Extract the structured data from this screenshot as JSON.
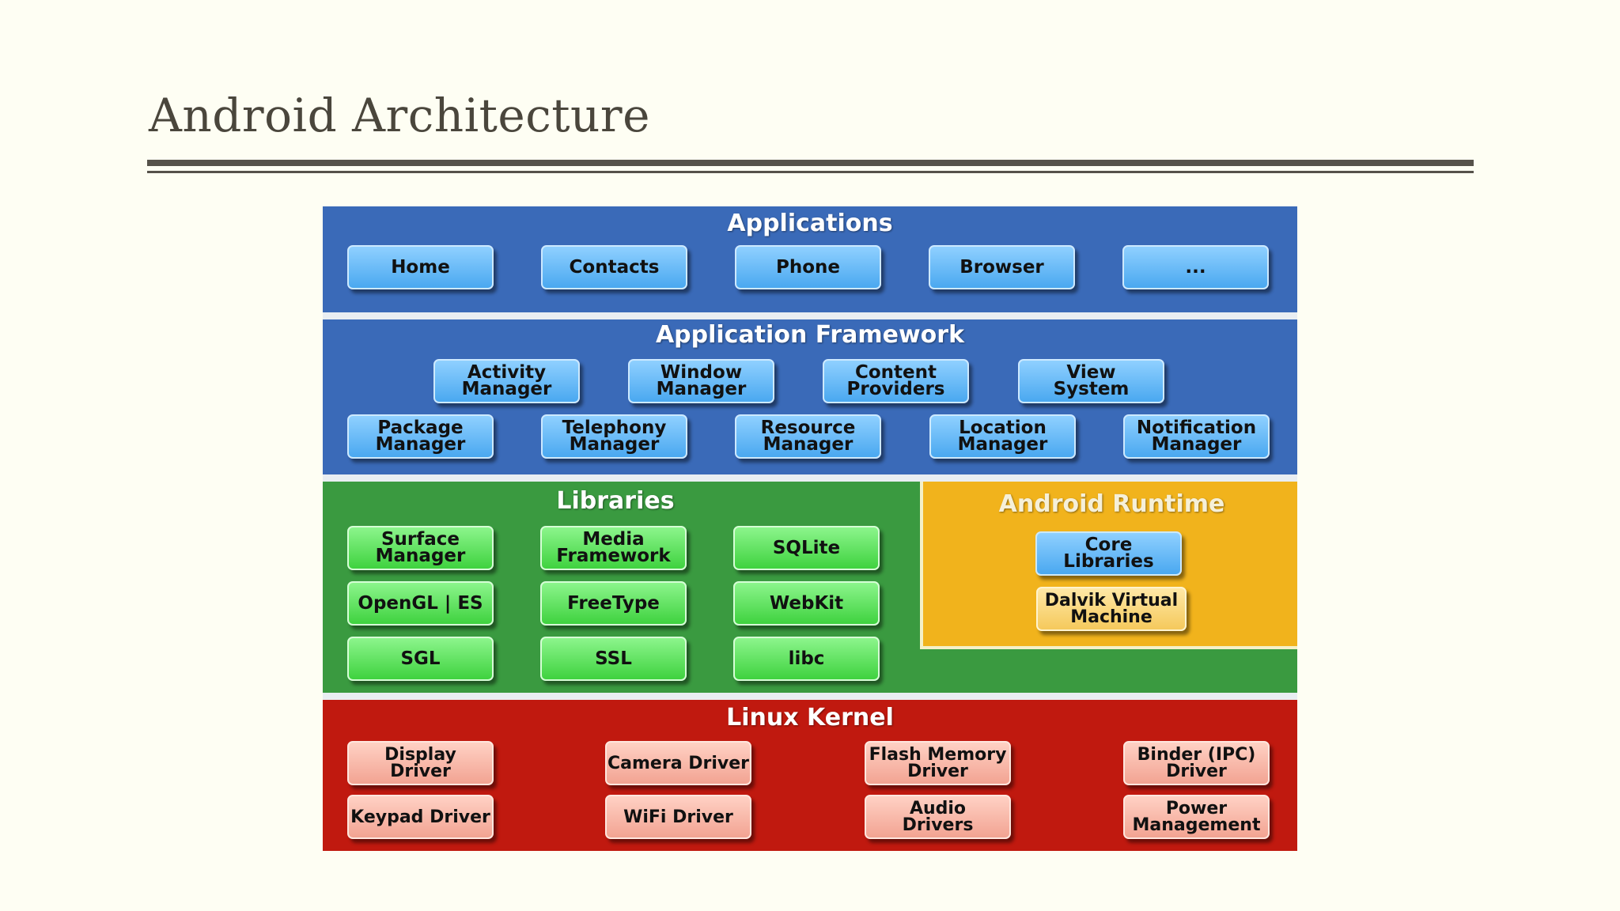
{
  "slide": {
    "title": "Android Architecture"
  },
  "diagram": {
    "applications": {
      "title": "Applications",
      "items": [
        "Home",
        "Contacts",
        "Phone",
        "Browser",
        "..."
      ],
      "color": "#3a6ab8"
    },
    "framework": {
      "title": "Application Framework",
      "row1": [
        "Activity\nManager",
        "Window\nManager",
        "Content\nProviders",
        "View\nSystem"
      ],
      "row2": [
        "Package\nManager",
        "Telephony\nManager",
        "Resource\nManager",
        "Location\nManager",
        "Notification\nManager"
      ],
      "color": "#3a6ab8"
    },
    "libraries": {
      "title": "Libraries",
      "items": [
        "Surface\nManager",
        "Media\nFramework",
        "SQLite",
        "OpenGL | ES",
        "FreeType",
        "WebKit",
        "SGL",
        "SSL",
        "libc"
      ],
      "color": "#3a9a40"
    },
    "runtime": {
      "title": "Android Runtime",
      "items": [
        "Core\nLibraries",
        "Dalvik Virtual\nMachine"
      ],
      "color": "#f1b31c"
    },
    "kernel": {
      "title": "Linux Kernel",
      "row1": [
        "Display\nDriver",
        "Camera Driver",
        "Flash Memory\nDriver",
        "Binder (IPC)\nDriver"
      ],
      "row2": [
        "Keypad Driver",
        "WiFi Driver",
        "Audio\nDrivers",
        "Power\nManagement"
      ],
      "color": "#c0190f"
    }
  }
}
